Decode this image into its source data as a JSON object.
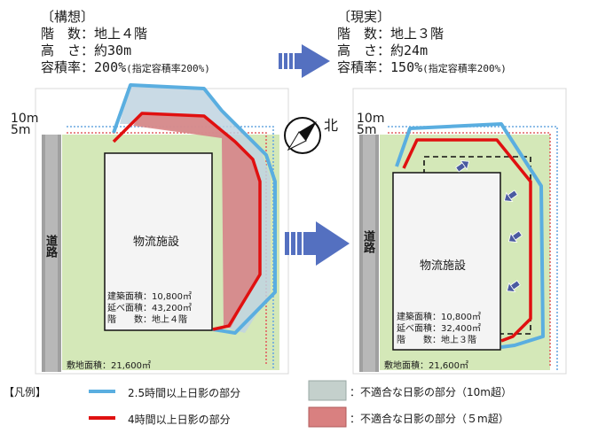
{
  "plan": {
    "title": "〔構想〕",
    "floors_label": "階　数：",
    "floors_value": "地上４階",
    "height_label": "高　さ：",
    "height_value": "約30m",
    "far_label": "容積率：",
    "far_value": "200%",
    "far_note": "(指定容積率200%)"
  },
  "actual": {
    "title": "〔現実〕",
    "floors_label": "階　数：",
    "floors_value": "地上３階",
    "height_label": "高　さ：",
    "height_value": "約24m",
    "far_label": "容積率：",
    "far_value": "150%",
    "far_note": "(指定容積率200%)"
  },
  "line_labels": {
    "ten": "10m",
    "five": "5m"
  },
  "compass": {
    "label": "北"
  },
  "road_label": "道路",
  "left_site": {
    "building_label": "物流施設",
    "building_area": "建築面積：10,800㎡",
    "floor_area": "延べ面積：43,200㎡",
    "floors": "階　　数：地上４階",
    "site_area": "敷地面積：21,600㎡"
  },
  "right_site": {
    "building_label": "物流施設",
    "building_area": "建築面積：10,800㎡",
    "floor_area": "延べ面積：32,400㎡",
    "floors": "階　　数：地上３階",
    "site_area": "敷地面積：21,600㎡"
  },
  "legend": {
    "title": "【凡例】",
    "blue_line": "2.5時間以上日影の部分",
    "red_line": "4時間以上日影の部分",
    "gray_area": "：不適合な日影の部分（10m超）",
    "red_area": "：不適合な日影の部分（５m超）"
  },
  "colors": {
    "blue": "#5aaee0",
    "red": "#e01010",
    "site_green": "#d4e8b8",
    "road_gray": "#a0a0a0",
    "arrow_blue": "#5470c0",
    "gray_area": "#c4d0cc",
    "red_area": "#d98080"
  }
}
